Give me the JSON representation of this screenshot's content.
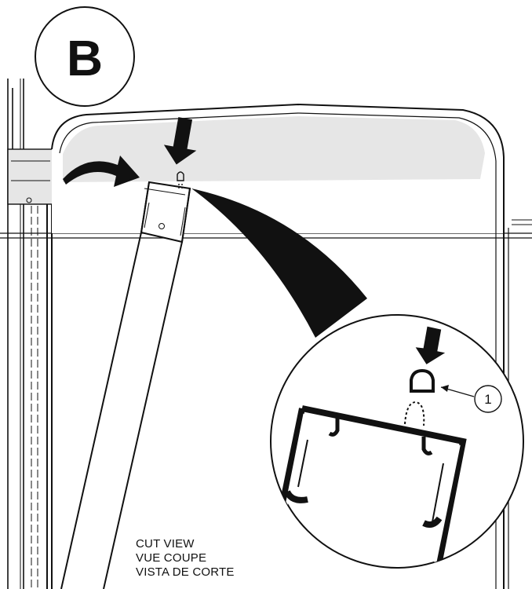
{
  "step_label": "B",
  "callout_number": "1",
  "caption_lines": [
    "CUT VIEW",
    "VUE COUPE",
    "VISTA DE CORTE"
  ],
  "colors": {
    "line": "#111111",
    "shade": "#e6e6e6",
    "background": "#ffffff"
  },
  "icons": [
    "insert-arrow-icon",
    "rotate-arrow-icon",
    "clip-part-icon"
  ]
}
